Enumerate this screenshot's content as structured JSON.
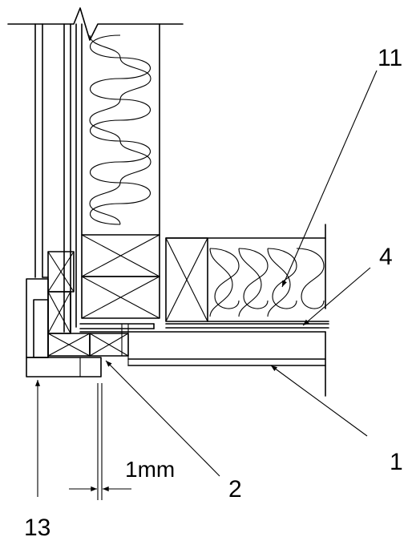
{
  "labels": {
    "l11": "11",
    "l4": "4",
    "l1": "1",
    "l2": "2",
    "l13": "13"
  },
  "dimension": {
    "text": "1mm"
  }
}
